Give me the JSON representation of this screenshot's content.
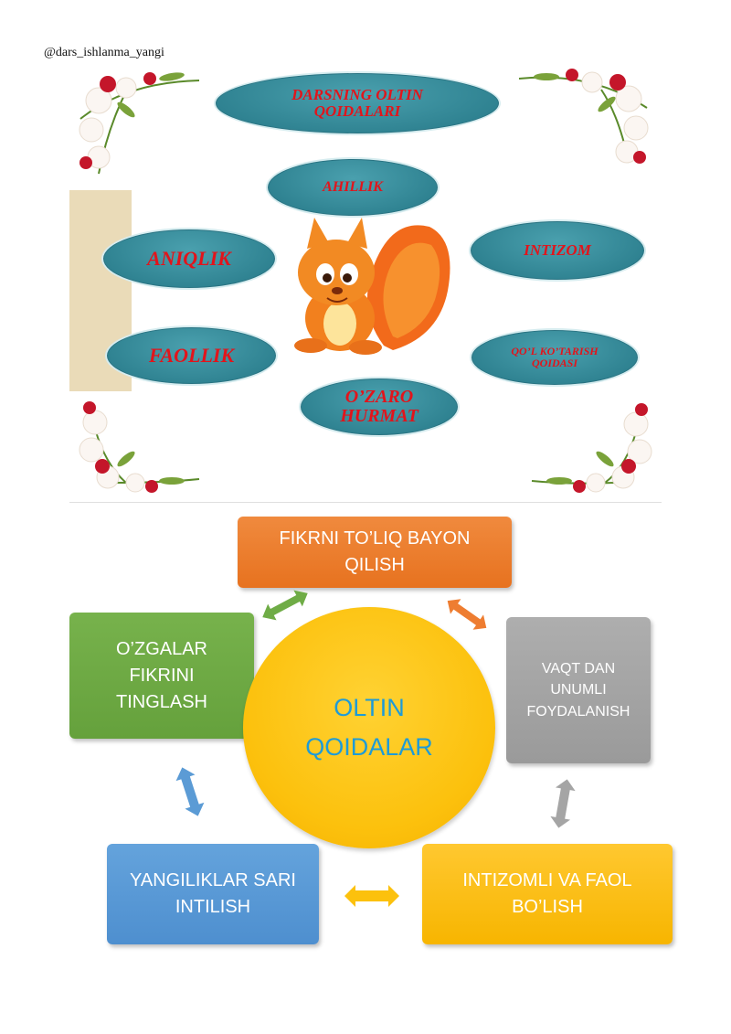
{
  "watermark": "@dars_ishlanma_yangi",
  "top": {
    "title": [
      "DARSNING OLTIN",
      "QOIDALARI"
    ],
    "ahillik": "AHILLIK",
    "aniqlik": "ANIQLIK",
    "intizom": "INTIZOM",
    "faollik": "FAOLLIK",
    "ozaro": [
      "O’ZARO",
      "HURMAT"
    ],
    "qol": [
      "QO’L KO’TARISH",
      "QOIDASI"
    ]
  },
  "diagram": {
    "center": [
      "OLTIN",
      "QOIDALAR"
    ],
    "box_top": [
      "FIKRNI TO’LIQ BAYON",
      "QILISH"
    ],
    "box_left": [
      "O’ZGALAR",
      "FIKRINI",
      "TINGLASH"
    ],
    "box_right": [
      "VAQT DAN",
      "UNUMLI",
      "FOYDALANISH"
    ],
    "box_bottom_left": [
      "YANGILIKLAR SARI",
      "INTILISH"
    ],
    "box_bottom_right": [
      "INTIZOMLI VA FAOL",
      "BO’LISH"
    ]
  },
  "colors": {
    "orange": "#ee7d31",
    "green": "#6fac46",
    "gray": "#a5a5a5",
    "blue": "#5b9bd5",
    "gold": "#fcc10d",
    "ellipse": "#2c7f8e",
    "ellipse_text": "#e2141b"
  },
  "icons": [
    "flower-icon",
    "squirrel-icon",
    "double-arrow-icon"
  ]
}
